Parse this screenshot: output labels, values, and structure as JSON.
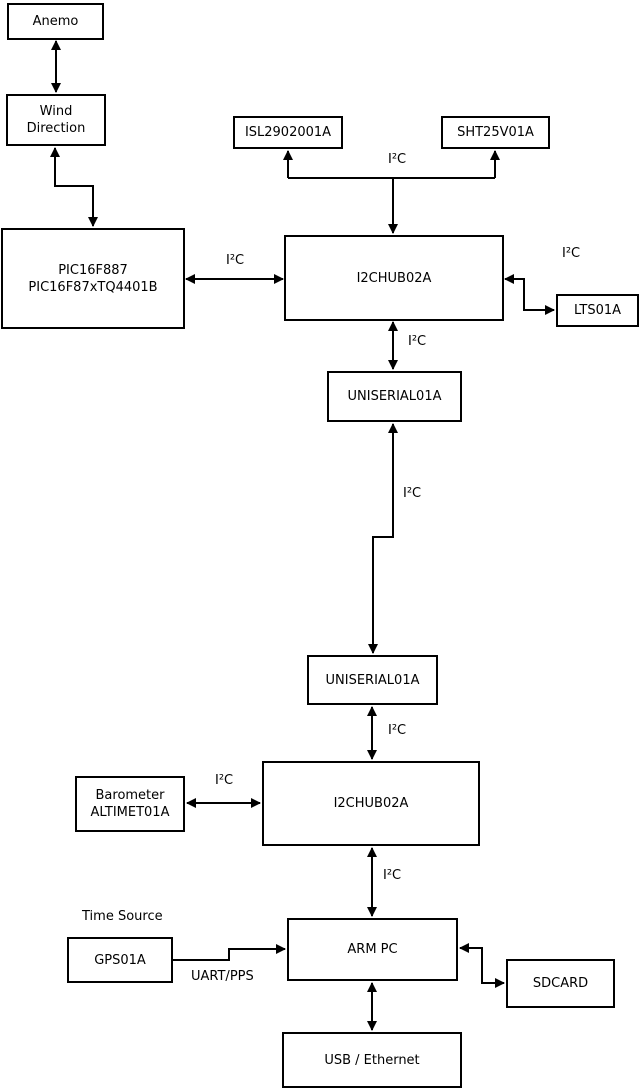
{
  "diagram": {
    "colors": {
      "background": "#ffffff",
      "stroke": "#000000",
      "text": "#000000"
    },
    "nodes": {
      "anemo": {
        "label": "Anemo"
      },
      "wind_direction": {
        "label": "Wind\nDirection"
      },
      "pic": {
        "label": "PIC16F887\nPIC16F87xTQ4401B"
      },
      "isl": {
        "label": "ISL2902001A"
      },
      "sht": {
        "label": "SHT25V01A"
      },
      "i2chub_top": {
        "label": "I2CHUB02A"
      },
      "lts": {
        "label": "LTS01A"
      },
      "uniserial_top": {
        "label": "UNISERIAL01A"
      },
      "uniserial_bottom": {
        "label": "UNISERIAL01A"
      },
      "barometer": {
        "label": "Barometer\nALTIMET01A"
      },
      "i2chub_bottom": {
        "label": "I2CHUB02A"
      },
      "gps": {
        "label": "GPS01A"
      },
      "arm_pc": {
        "label": "ARM PC"
      },
      "sdcard": {
        "label": "SDCARD"
      },
      "usb_ethernet": {
        "label": "USB / Ethernet"
      }
    },
    "edge_labels": {
      "bus": "I²C",
      "uart_pps": "UART/PPS",
      "time_source": "Time Source"
    }
  }
}
